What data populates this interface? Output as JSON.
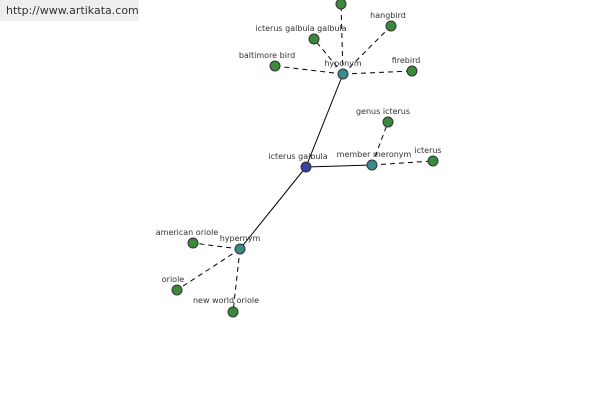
{
  "site_link": "http://www.artikata.com",
  "colors": {
    "center_node": "#33449a",
    "relation_node": "#3a8a8a",
    "leaf_node": "#3a8a3a",
    "edge": "#000000",
    "background": "#ffffff"
  },
  "graph": {
    "center": "icterus galbula",
    "relations": [
      {
        "label": "hyponym",
        "terms": [
          "icterus galbula galbula",
          "hangbird",
          "baltimore bird",
          "firebird"
        ]
      },
      {
        "label": "member meronym",
        "terms": [
          "genus icterus",
          "icterus"
        ]
      },
      {
        "label": "hypernym",
        "terms": [
          "american oriole",
          "oriole",
          "new world oriole"
        ]
      }
    ]
  }
}
